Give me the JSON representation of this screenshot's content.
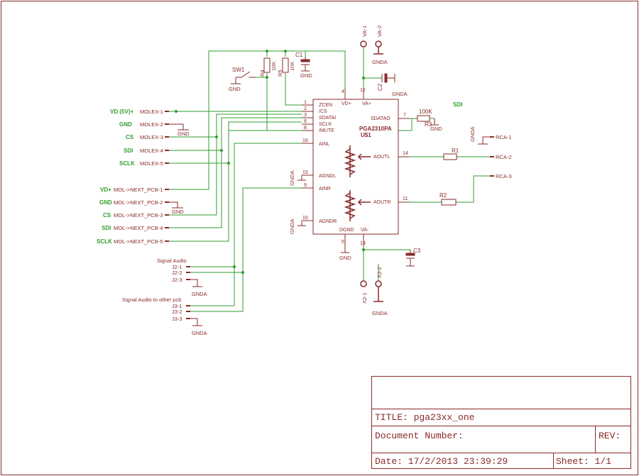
{
  "colors": {
    "frame": "#8a2a2a",
    "wire": "#2f9e2f",
    "component": "#8a2a2a",
    "junction": "#2f9e2f",
    "background": "#ffffff"
  },
  "labels": {
    "net_vd": "VD (5V)+",
    "net_gnd": "GND",
    "net_cs": "CS",
    "net_sdi": "SDI",
    "net_sclk": "SCLK",
    "net_vd_b": "VD+",
    "net_sdi_top": "SDI",
    "molex1": "MOLEX-1",
    "molex2": "MOLEX-2",
    "molex3": "MOLEX-3",
    "molex4": "MOLEX-4",
    "molex5": "MOLEX-5",
    "next1": "MOL->NEXT_PCB-1",
    "next2": "MOL->NEXT_PCB-2",
    "next3": "MOL->NEXT_PCB-3",
    "next4": "MOL->NEXT_PCB-4",
    "next5": "MOL->NEXT_PCB-5",
    "signal_audio": "Signal Audio",
    "signal_audio_other": "Signal Audio to other pcb",
    "j2_1": "J2-1",
    "j2_2": "J2-2",
    "j2_3": "J2-3",
    "j3_1": "J3-1",
    "j3_2": "J3-2",
    "j3_3": "J3-3",
    "gnd": "GND",
    "gnda": "GNDA",
    "sw1": "SW1",
    "r4": "R4",
    "r5": "R5",
    "r3": "R3",
    "r1": "R1",
    "r2": "R2",
    "tenk": "10K",
    "hundredk": "100K",
    "c1": "C1",
    "c2": "C2",
    "c3": "C3",
    "va1": "VA-1",
    "va2": "VA-2",
    "x21": "X2-1",
    "x22": "X2-2",
    "rca1": "RCA-1",
    "rca2": "RCA-2",
    "rca3": "RCA-3",
    "chip_name": "PGA2310PA",
    "chip_ref": "U$1",
    "pin_zcen": "ZCEN",
    "pin_cs": "/CS",
    "pin_sdatai": "SDATAI",
    "pin_sclk": "SCLK",
    "pin_mute": "/MUTE",
    "pin_ainl": "AINL",
    "pin_agndl": "AGNDL",
    "pin_ainr": "AINR",
    "pin_agndr": "AGNDR",
    "pin_vdp": "VD+",
    "pin_vap": "VA+",
    "pin_sdatao": "SDATAO",
    "pin_aoutl": "AOUTL",
    "pin_aoutr": "AOUTR",
    "pin_dgnd": "DGND",
    "pin_vam": "VA-",
    "n1": "1",
    "n2": "2",
    "n3": "3",
    "n4": "4",
    "n5": "5",
    "n6": "6",
    "n7": "7",
    "n8": "8",
    "n9": "9",
    "n10": "10",
    "n11": "11",
    "n12": "12",
    "n13": "13",
    "n14": "14",
    "n15": "15",
    "n16": "16"
  },
  "title_block": {
    "title": "TITLE:  pga23xx_one",
    "doc": "Document Number:",
    "rev": "REV:",
    "date": "Date: 17/2/2013 23:39:29",
    "sheet": "Sheet: 1/1"
  }
}
